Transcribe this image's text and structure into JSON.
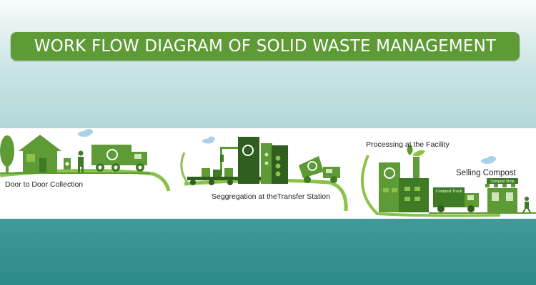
{
  "title": "WORK FLOW DIAGRAM OF SOLID WASTE  MANAGEMENT",
  "stages": [
    {
      "label": "Door to Door Collection"
    },
    {
      "label": "Seggregation at theTransfer Station"
    },
    {
      "label": "Processing at the Facility"
    },
    {
      "label": "Selling Compost"
    }
  ],
  "signs": {
    "truck": "Compost Truck",
    "shop": "Compost Shop"
  },
  "colors": {
    "green": "#5e9a36",
    "green_light": "#8cc24a",
    "green_dark": "#2f5e1e",
    "teal": "#2f8e8c"
  }
}
